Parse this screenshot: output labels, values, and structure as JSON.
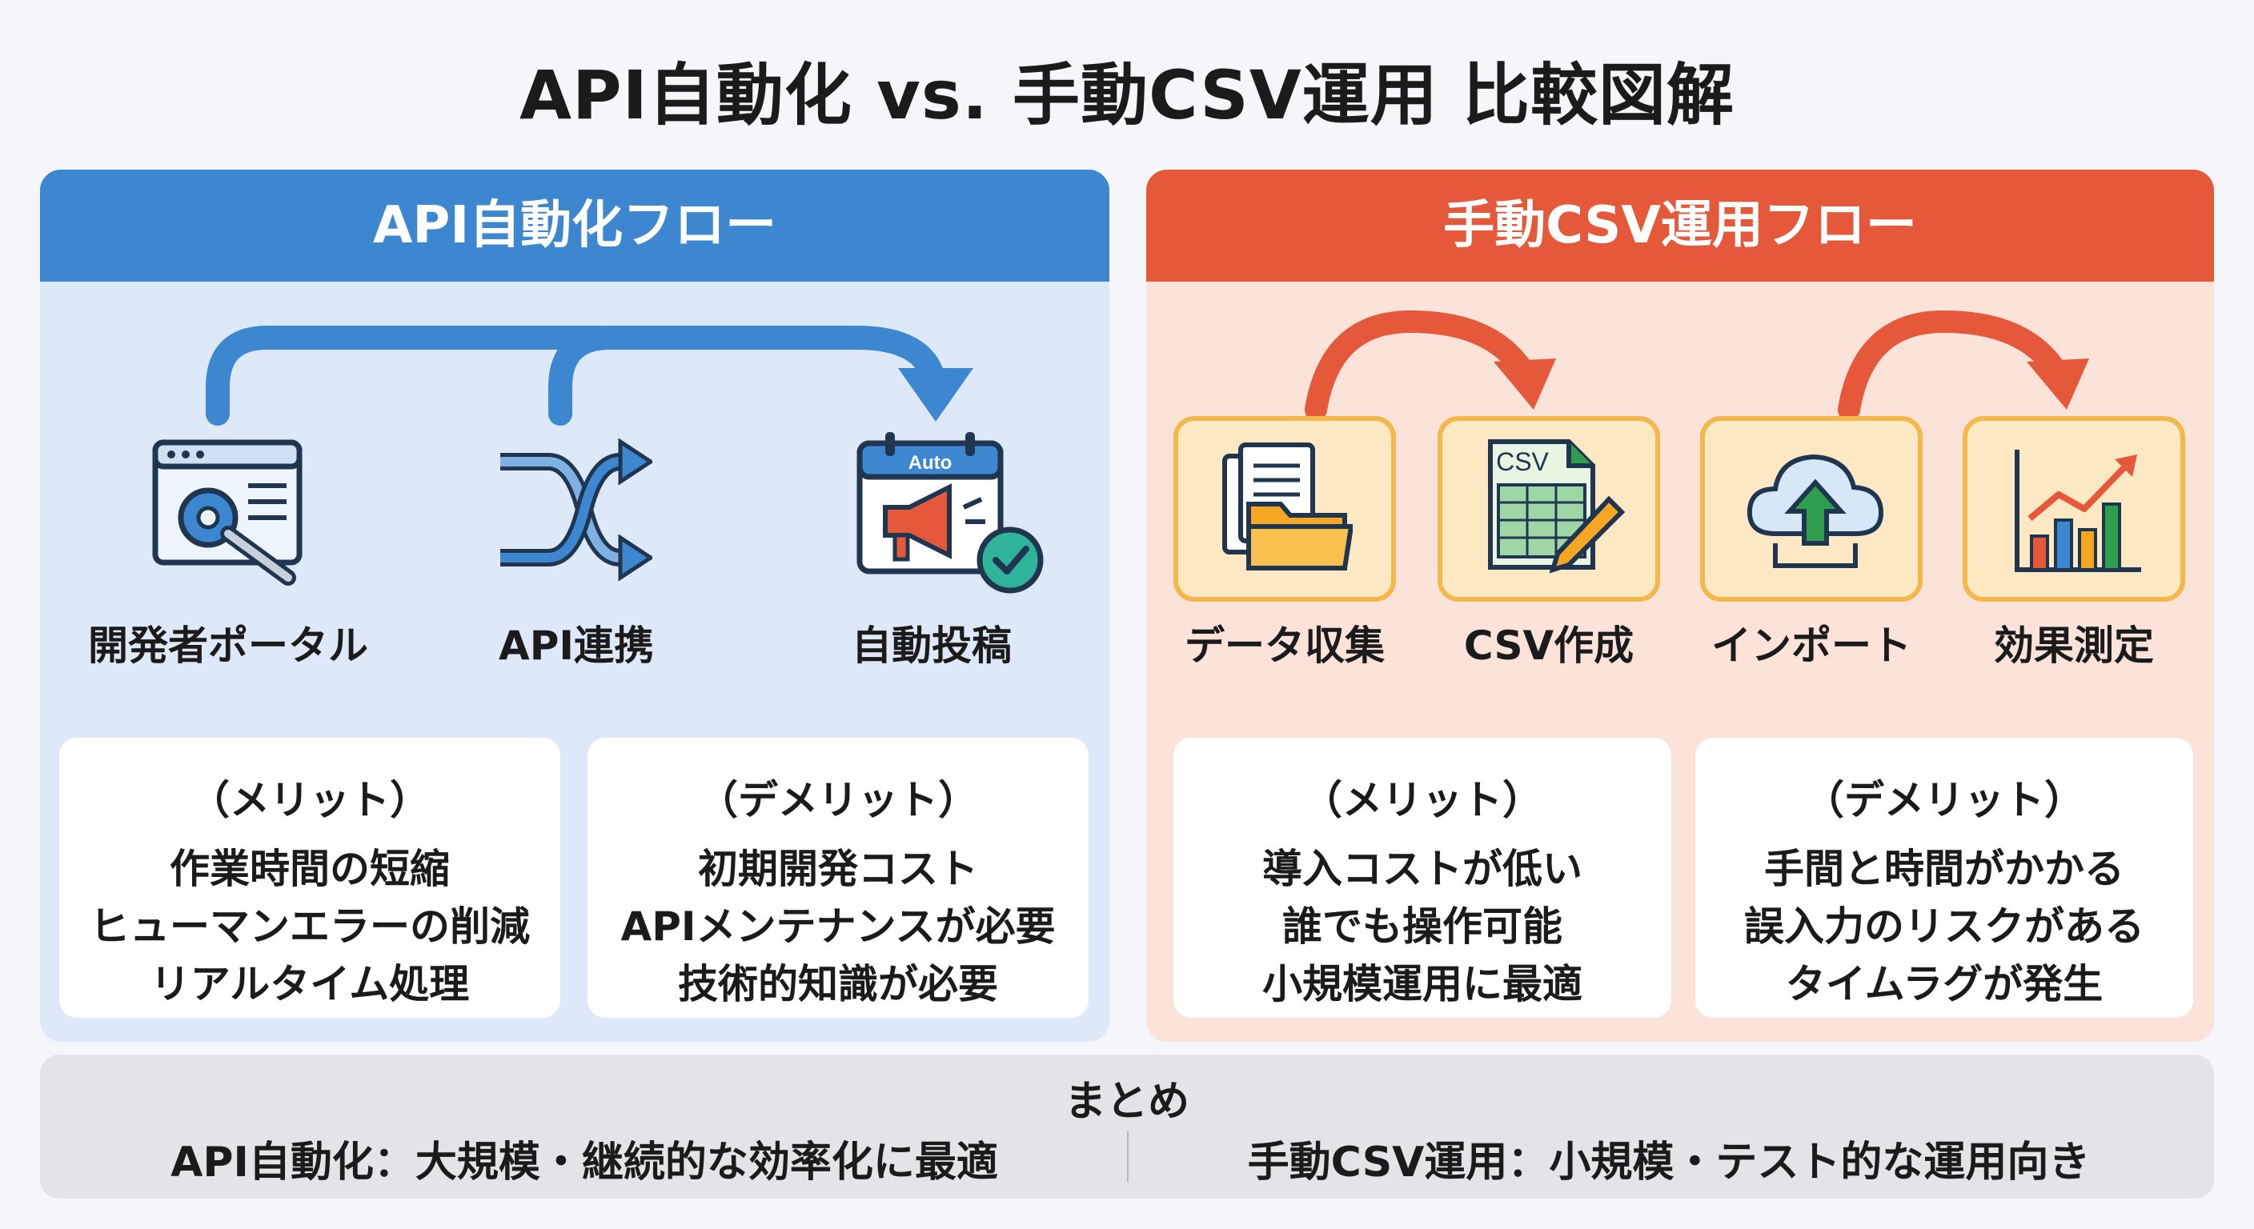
{
  "title": "API自動化 vs. 手動CSV運用 比較図解",
  "api": {
    "header": "API自動化フロー",
    "steps": [
      {
        "label": "開発者ポータル",
        "icon": "developer-portal-gear-wrench-icon"
      },
      {
        "label": "API連携",
        "icon": "shuffle-arrows-icon"
      },
      {
        "label": "自動投稿",
        "icon": "calendar-megaphone-check-icon",
        "badge": "Auto"
      }
    ],
    "merit": {
      "head": "（メリット）",
      "lines": [
        "作業時間の短縮",
        "ヒューマンエラーの削減",
        "リアルタイム処理"
      ]
    },
    "demerit": {
      "head": "（デメリット）",
      "lines": [
        "初期開発コスト",
        "APIメンテナンスが必要",
        "技術的知識が必要"
      ]
    }
  },
  "csv": {
    "header": "手動CSV運用フロー",
    "steps": [
      {
        "label": "データ収集",
        "icon": "documents-folder-icon"
      },
      {
        "label": "CSV作成",
        "icon": "csv-file-pencil-icon",
        "badge": "CSV"
      },
      {
        "label": "インポート",
        "icon": "cloud-upload-icon"
      },
      {
        "label": "効果測定",
        "icon": "bar-chart-trend-icon"
      }
    ],
    "merit": {
      "head": "（メリット）",
      "lines": [
        "導入コストが低い",
        "誰でも操作可能",
        "小規模運用に最適"
      ]
    },
    "demerit": {
      "head": "（デメリット）",
      "lines": [
        "手間と時間がかかる",
        "誤入力のリスクがある",
        "タイムラグが発生"
      ]
    }
  },
  "summary": {
    "head": "まとめ",
    "api": "API自動化：大規模・継続的な効率化に最適",
    "csv": "手動CSV運用：小規模・テスト的な運用向き"
  },
  "colors": {
    "api_accent": "#3d86d0",
    "csv_accent": "#e5583a",
    "tile_fill": "#fce8c2",
    "tile_border": "#f4b84a",
    "api_bg": "#dde9f8",
    "csv_bg": "#fbe3da"
  }
}
